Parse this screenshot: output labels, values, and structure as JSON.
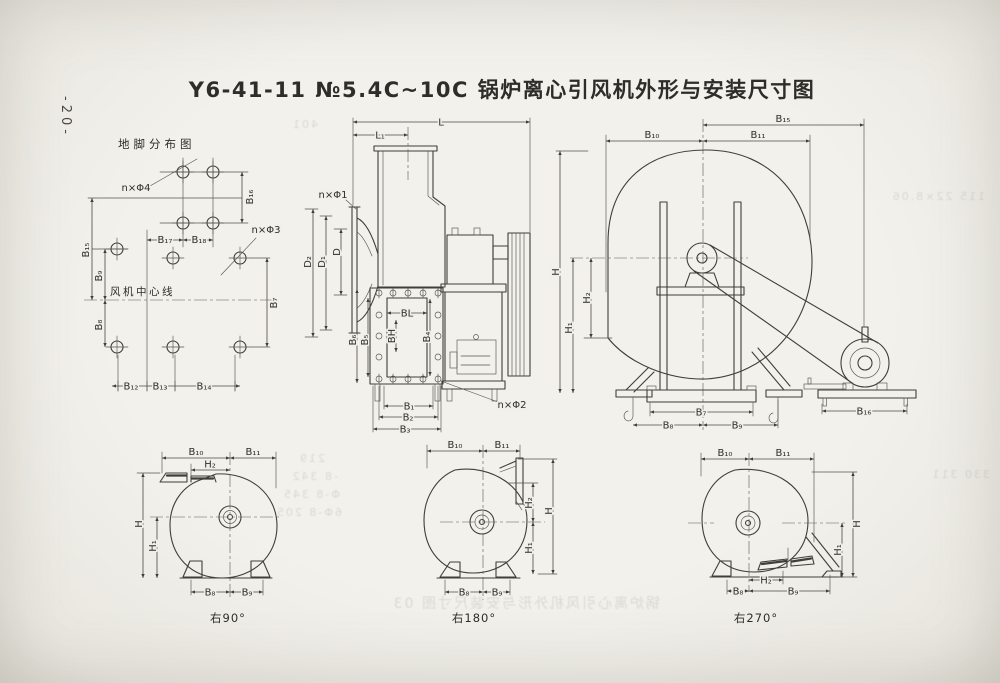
{
  "page": {
    "side_number": "-20-",
    "title": "Y6-41-11  №5.4C~10C  锅炉离心引风机外形与安装尺寸图"
  },
  "foot_plan": {
    "title": "地脚分布图",
    "center_line": "风机中心线",
    "bolt_note_4": "n×Φ4",
    "bolt_note_3": "n×Φ3",
    "dims": {
      "b15": "B₁₅",
      "b16": "B₁₆",
      "b17": "B₁₇",
      "b18": "B₁₈",
      "b9": "B₉",
      "b8": "B₈",
      "b7": "B₇",
      "b12": "B₁₂",
      "b13": "B₁₃",
      "b14": "B₁₄"
    }
  },
  "side_view": {
    "bolt_note_1": "n×Φ1",
    "bolt_note_2": "n×Φ2",
    "dims": {
      "l": "L",
      "l1": "L₁",
      "d": "D",
      "d1": "D₁",
      "d2": "D₂",
      "bl": "BL",
      "bh": "BH",
      "b1": "B₁",
      "b2": "B₂",
      "b3": "B₃",
      "b4": "B₄",
      "b5": "B₅",
      "b6": "B₆"
    }
  },
  "front_view": {
    "dims": {
      "b15": "B₁₅",
      "b10": "B₁₀",
      "b11": "B₁₁",
      "h": "H",
      "h1": "H₁",
      "h2": "H₂",
      "b7": "B₇",
      "b8": "B₈",
      "b9": "B₉",
      "b16": "B₁₆"
    }
  },
  "view_r90": {
    "caption": "右90°",
    "dims": {
      "b10": "B₁₀",
      "b11": "B₁₁",
      "h2": "H₂",
      "h": "H",
      "h1": "H₁",
      "b8": "B₈",
      "b9": "B₉"
    }
  },
  "view_r180": {
    "caption": "右180°",
    "dims": {
      "b10": "B₁₀",
      "b11": "B₁₁",
      "h": "H",
      "h1": "H₁",
      "h2": "H₂",
      "b8": "B₈",
      "b9": "B₉"
    }
  },
  "view_r270": {
    "caption": "右270°",
    "dims": {
      "b10": "B₁₀",
      "b11": "B₁₁",
      "h": "H",
      "h1": "H₁",
      "h2": "H₂",
      "b8": "B₈",
      "b9": "B₉"
    }
  },
  "scan_bleed": [
    "219",
    "-8  342",
    "Φ-8  345",
    "6Φ-8  205",
    "锅炉离心引风机外形与安装尺寸图  03",
    "401",
    "330  311",
    "115  22×8.06"
  ]
}
